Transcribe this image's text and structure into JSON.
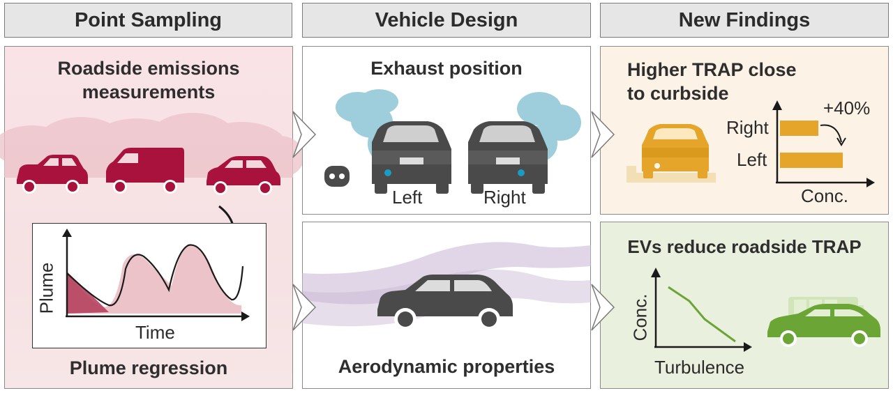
{
  "headers": {
    "col1": "Point Sampling",
    "col2": "Vehicle Design",
    "col3": "New Findings"
  },
  "point_sampling": {
    "title_line1": "Roadside emissions",
    "title_line2": "measurements",
    "plot_ylabel": "Plume",
    "plot_xlabel": "Time",
    "bottom_title": "Plume regression"
  },
  "exhaust": {
    "title": "Exhaust position",
    "left_label": "Left",
    "right_label": "Right"
  },
  "aero": {
    "title": "Aerodynamic properties"
  },
  "trap": {
    "title_line1": "Higher TRAP close",
    "title_line2": "to curbside",
    "increase_label": "+40%",
    "bar_right_label": "Right",
    "bar_left_label": "Left",
    "xlabel": "Conc.",
    "bar_right_value": 0.55,
    "bar_left_value": 0.9
  },
  "ev": {
    "title": "EVs reduce roadside TRAP",
    "ylabel": "Conc.",
    "xlabel": "Turbulence"
  },
  "colors": {
    "car_red": "#a8123c",
    "car_gray": "#4a4a4a",
    "car_yellow": "#e4a52a",
    "car_green": "#6aa536",
    "smoke_blue": "#8ec6d6",
    "pink_bg": "#f7e4e6",
    "yellow_bg": "#fcf3e6",
    "green_bg": "#e9f0dd",
    "purple_stream": "#c7b5d3"
  }
}
